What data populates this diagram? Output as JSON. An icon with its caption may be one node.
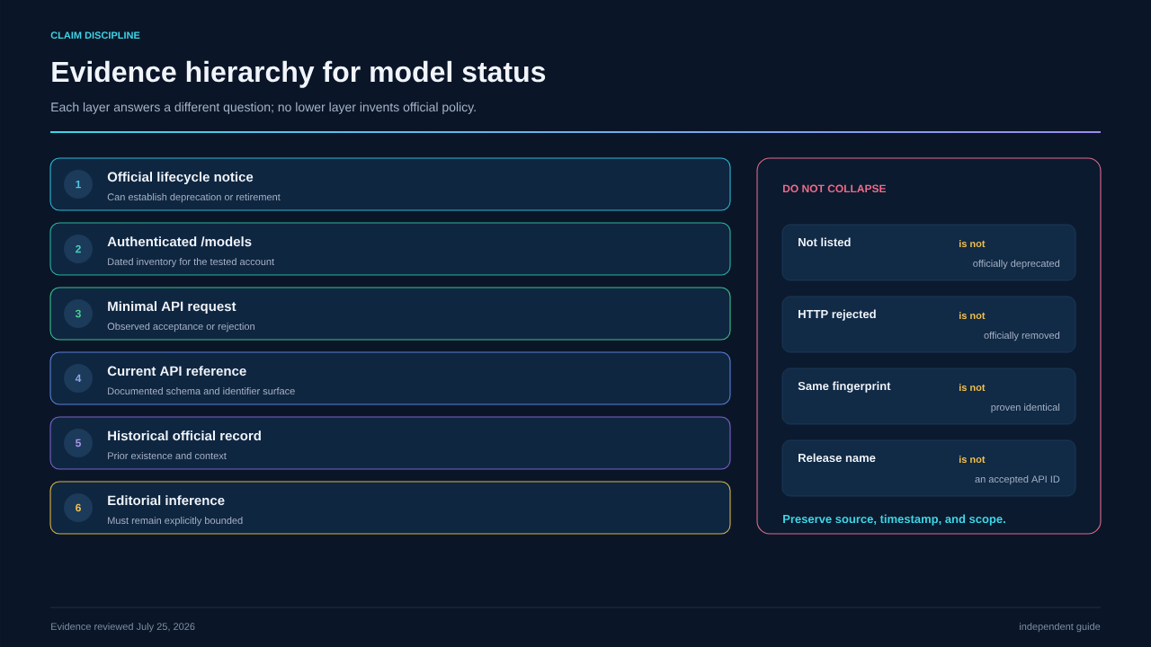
{
  "diagram": {
    "title": "Evidence hierarchy for model status",
    "nodes": [
      {
        "text": [
          "Official lifecycle notice",
          "Can establish deprecation or retirement"
        ]
      },
      {
        "text": [
          "1"
        ],
        "in": 0
      },
      {
        "text": [
          "Authenticated /models",
          "Dated inventory for the tested account"
        ]
      },
      {
        "text": [
          "2"
        ],
        "in": 2
      },
      {
        "text": [
          "Minimal API request",
          "Observed acceptance or rejection"
        ]
      },
      {
        "text": [
          "3"
        ],
        "in": 4
      },
      {
        "text": [
          "Current API reference",
          "Documented schema and identifier surface"
        ]
      },
      {
        "text": [
          "4"
        ],
        "in": 6
      },
      {
        "text": [
          "Historical official record",
          "Prior existence and context"
        ]
      },
      {
        "text": [
          "5"
        ],
        "in": 8
      },
      {
        "text": [
          "Editorial inference",
          "Must remain explicitly bounded"
        ]
      },
      {
        "text": [
          "6"
        ],
        "in": 10
      },
      {
        "text": [
          "DO NOT COLLAPSE",
          "Preserve source, timestamp, and scope."
        ]
      },
      {
        "text": [
          "Not listed",
          "is not",
          "officially deprecated"
        ],
        "in": 12
      },
      {
        "text": [
          "HTTP rejected",
          "is not",
          "officially removed"
        ],
        "in": 12
      },
      {
        "text": [
          "Same fingerprint",
          "is not",
          "proven identical"
        ],
        "in": 12
      },
      {
        "text": [
          "Release name",
          "is not",
          "an accepted API ID"
        ],
        "in": 12
      }
    ],
    "labels": [
      "CLAIM DISCIPLINE",
      "Each layer answers a different question; no lower layer invents official policy.",
      "Evidence reviewed July 25, 2026",
      "independent guide"
    ]
  }
}
